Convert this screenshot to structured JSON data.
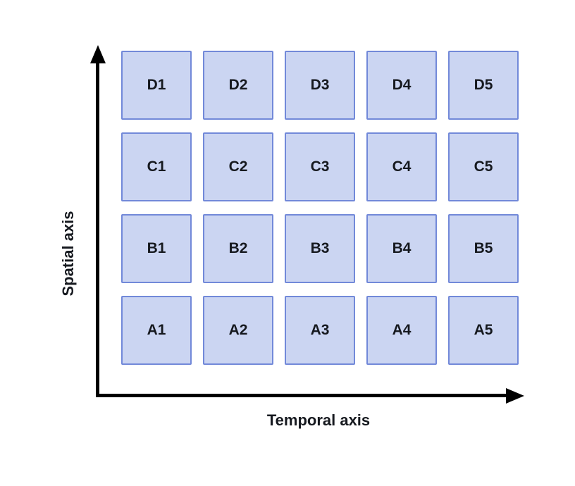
{
  "diagram": {
    "y_axis": {
      "label": "Spatial axis"
    },
    "x_axis": {
      "label": "Temporal axis"
    },
    "grid": {
      "rows": [
        {
          "cells": [
            "D1",
            "D2",
            "D3",
            "D4",
            "D5"
          ]
        },
        {
          "cells": [
            "C1",
            "C2",
            "C3",
            "C4",
            "C5"
          ]
        },
        {
          "cells": [
            "B1",
            "B2",
            "B3",
            "B4",
            "B5"
          ]
        },
        {
          "cells": [
            "A1",
            "A2",
            "A3",
            "A4",
            "A5"
          ]
        }
      ]
    },
    "colors": {
      "cell_fill": "#cbd5f2",
      "cell_border": "#7289d9",
      "axis": "#000000",
      "label_text": "#16191f"
    }
  }
}
